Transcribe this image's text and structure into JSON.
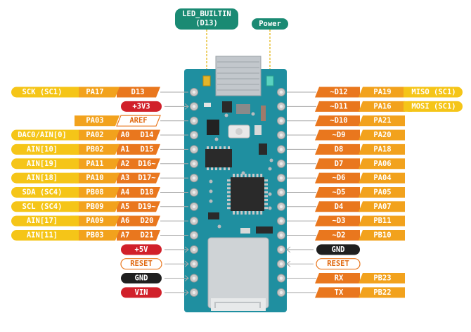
{
  "callouts": {
    "led_builtin_line1": "LED_BUILTIN",
    "led_builtin_line2": "(D13)",
    "power": "Power"
  },
  "colors": {
    "board": "#1f8fa0",
    "board_dark": "#157585",
    "pad": "#c9c9c9",
    "digital": "#e9771e",
    "port": "#f2a21d",
    "func": "#f5c518",
    "power": "#d1202a",
    "ground": "#1f1f1f",
    "callout": "#1a8a73",
    "outline_text": "#e06a12"
  },
  "left_pins": [
    {
      "func": "SCK (SC1)",
      "port": "PA17",
      "digital": "D13"
    },
    {
      "power": "+3V3"
    },
    {
      "port": "PA03",
      "outlined": "AREF"
    },
    {
      "func": "DAC0/AIN[0]",
      "port": "PA02",
      "analog": "A0",
      "digital": "D14"
    },
    {
      "func": "AIN[10]",
      "port": "PB02",
      "analog": "A1",
      "digital": "D15"
    },
    {
      "func": "AIN[19]",
      "port": "PA11",
      "analog": "A2",
      "digital": "D16~"
    },
    {
      "func": "AIN[18]",
      "port": "PA10",
      "analog": "A3",
      "digital": "D17~"
    },
    {
      "func": "SDA (SC4)",
      "port": "PB08",
      "analog": "A4",
      "digital": "D18"
    },
    {
      "func": "SCL (SC4)",
      "port": "PB09",
      "analog": "A5",
      "digital": "D19~"
    },
    {
      "func": "AIN[17]",
      "port": "PA09",
      "analog": "A6",
      "digital": "D20"
    },
    {
      "func": "AIN[11]",
      "port": "PB03",
      "analog": "A7",
      "digital": "D21"
    },
    {
      "power": "+5V"
    },
    {
      "outlined": "RESET"
    },
    {
      "ground": "GND"
    },
    {
      "power": "VIN"
    }
  ],
  "right_pins": [
    {
      "digital": "~D12",
      "port": "PA19",
      "func": "MISO (SC1)"
    },
    {
      "digital": "~D11",
      "port": "PA16",
      "func": "MOSI (SC1)"
    },
    {
      "digital": "~D10",
      "port": "PA21"
    },
    {
      "digital": "~D9",
      "port": "PA20"
    },
    {
      "digital": "D8",
      "port": "PA18"
    },
    {
      "digital": "D7",
      "port": "PA06"
    },
    {
      "digital": "~D6",
      "port": "PA04"
    },
    {
      "digital": "~D5",
      "port": "PA05"
    },
    {
      "digital": "D4",
      "port": "PA07"
    },
    {
      "digital": "~D3",
      "port": "PB11"
    },
    {
      "digital": "~D2",
      "port": "PB10"
    },
    {
      "ground": "GND"
    },
    {
      "outlined": "RESET"
    },
    {
      "digital": "RX",
      "port": "PB23"
    },
    {
      "digital": "TX",
      "port": "PB22"
    }
  ]
}
